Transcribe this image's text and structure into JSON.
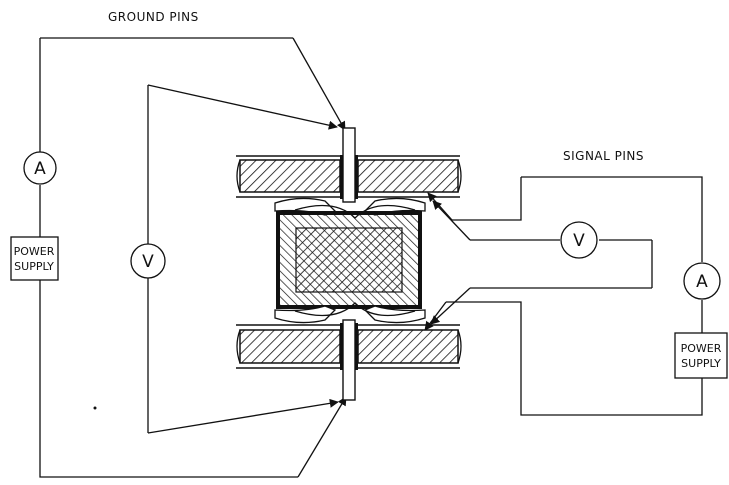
{
  "labels": {
    "ground_pins": "GROUND PINS",
    "signal_pins": "SIGNAL PINS"
  },
  "meters": {
    "ammeter_left": "A",
    "voltmeter_left": "V",
    "voltmeter_right": "V",
    "ammeter_right": "A"
  },
  "power_supplies": {
    "left": {
      "line1": "POWER",
      "line2": "SUPPLY"
    },
    "right": {
      "line1": "POWER",
      "line2": "SUPPLY"
    }
  },
  "colors": {
    "line": "#111111",
    "background": "#ffffff"
  }
}
